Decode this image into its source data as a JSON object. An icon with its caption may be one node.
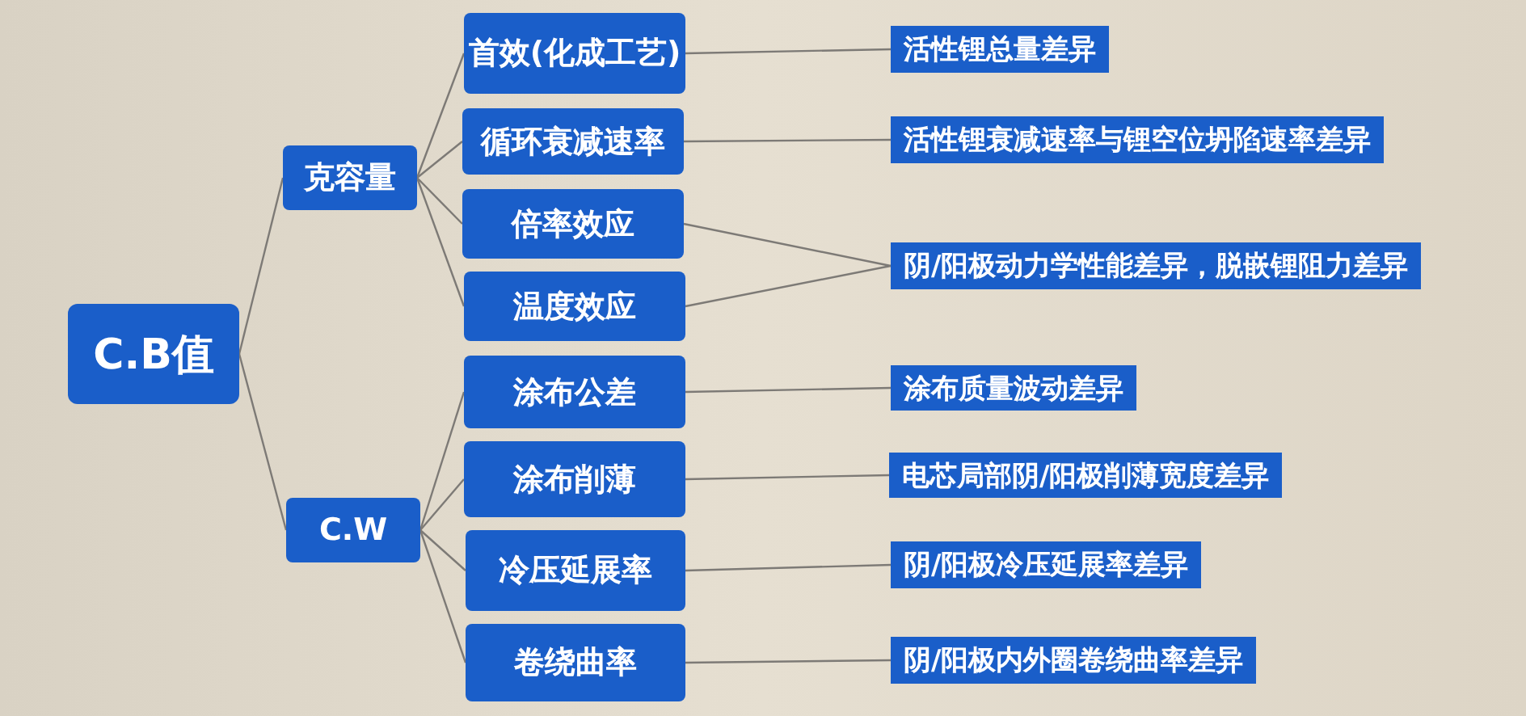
{
  "diagram": {
    "nodes": [
      {
        "text": [
          "C.B值"
        ]
      },
      {
        "text": [
          "克容量"
        ]
      },
      {
        "text": [
          "C.W"
        ]
      },
      {
        "text": [
          "首效(化成工艺)"
        ]
      },
      {
        "text": [
          "循环衰减速率"
        ]
      },
      {
        "text": [
          "倍率效应"
        ]
      },
      {
        "text": [
          "温度效应"
        ]
      },
      {
        "text": [
          "涂布公差"
        ]
      },
      {
        "text": [
          "涂布削薄"
        ]
      },
      {
        "text": [
          "冷压延展率"
        ]
      },
      {
        "text": [
          "卷绕曲率"
        ]
      },
      {
        "text": [
          "活性锂总量差异"
        ]
      },
      {
        "text": [
          "活性锂衰减速率与锂空位坍陷速率差异"
        ]
      },
      {
        "text": [
          "阴/阳极动力学性能差异，脱嵌锂阻力差异"
        ]
      },
      {
        "text": [
          "涂布质量波动差异"
        ]
      },
      {
        "text": [
          "电芯局部阴/阳极削薄宽度差异"
        ]
      },
      {
        "text": [
          "阴/阳极冷压延展率差异"
        ]
      },
      {
        "text": [
          "阴/阳极内外圈卷绕曲率差异"
        ]
      }
    ],
    "edges": [
      {
        "from": 0,
        "to": 1,
        "arrow": "none"
      },
      {
        "from": 0,
        "to": 2,
        "arrow": "none"
      },
      {
        "from": 1,
        "to": 3,
        "arrow": "none"
      },
      {
        "from": 1,
        "to": 4,
        "arrow": "none"
      },
      {
        "from": 1,
        "to": 5,
        "arrow": "none"
      },
      {
        "from": 1,
        "to": 6,
        "arrow": "none"
      },
      {
        "from": 2,
        "to": 7,
        "arrow": "none"
      },
      {
        "from": 2,
        "to": 8,
        "arrow": "none"
      },
      {
        "from": 2,
        "to": 9,
        "arrow": "none"
      },
      {
        "from": 2,
        "to": 10,
        "arrow": "none"
      },
      {
        "from": 3,
        "to": 11,
        "arrow": "none"
      },
      {
        "from": 4,
        "to": 12,
        "arrow": "none"
      },
      {
        "from": 5,
        "to": 13,
        "arrow": "none"
      },
      {
        "from": 6,
        "to": 13,
        "arrow": "none"
      },
      {
        "from": 7,
        "to": 14,
        "arrow": "none"
      },
      {
        "from": 8,
        "to": 15,
        "arrow": "none"
      },
      {
        "from": 9,
        "to": 16,
        "arrow": "none"
      },
      {
        "from": 10,
        "to": 17,
        "arrow": "none"
      }
    ]
  }
}
